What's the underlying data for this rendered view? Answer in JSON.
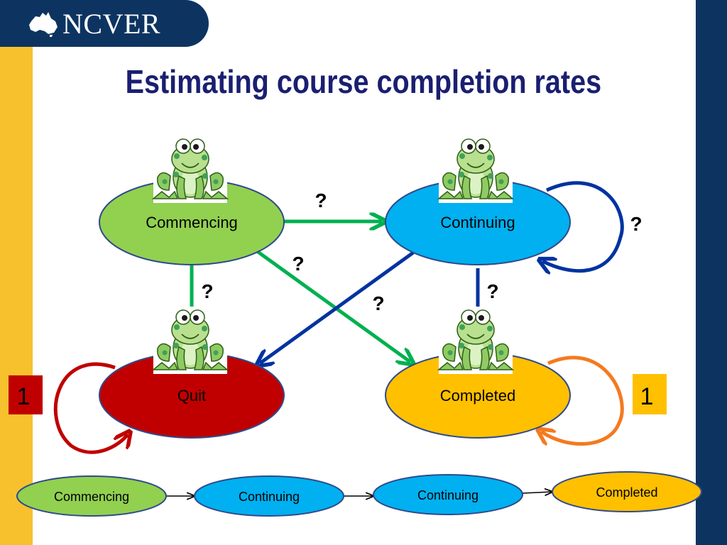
{
  "header": {
    "logo_text": "NCVER",
    "title": "Estimating course completion rates"
  },
  "diagram": {
    "states": {
      "commencing": "Commencing",
      "continuing": "Continuing",
      "quit": "Quit",
      "completed": "Completed"
    },
    "transition_labels": {
      "commencing_to_continuing": "?",
      "continuing_loop": "?",
      "commencing_to_completed": "?",
      "commencing_to_quit": "?",
      "continuing_to_quit": "?",
      "continuing_to_completed": "?"
    },
    "absorbing_labels": {
      "quit": "1",
      "completed": "1"
    }
  },
  "sequence": [
    "Commencing",
    "Continuing",
    "Continuing",
    "Completed"
  ],
  "colors": {
    "commencing": "#92D050",
    "continuing": "#00B0F0",
    "quit": "#C00000",
    "completed": "#FFC000",
    "arrow_green": "#00B050",
    "arrow_blue": "#0033A0",
    "navy": "#0D3461",
    "title": "#1A1F71"
  },
  "icons": [
    "frog-icon",
    "australia-map-icon"
  ]
}
